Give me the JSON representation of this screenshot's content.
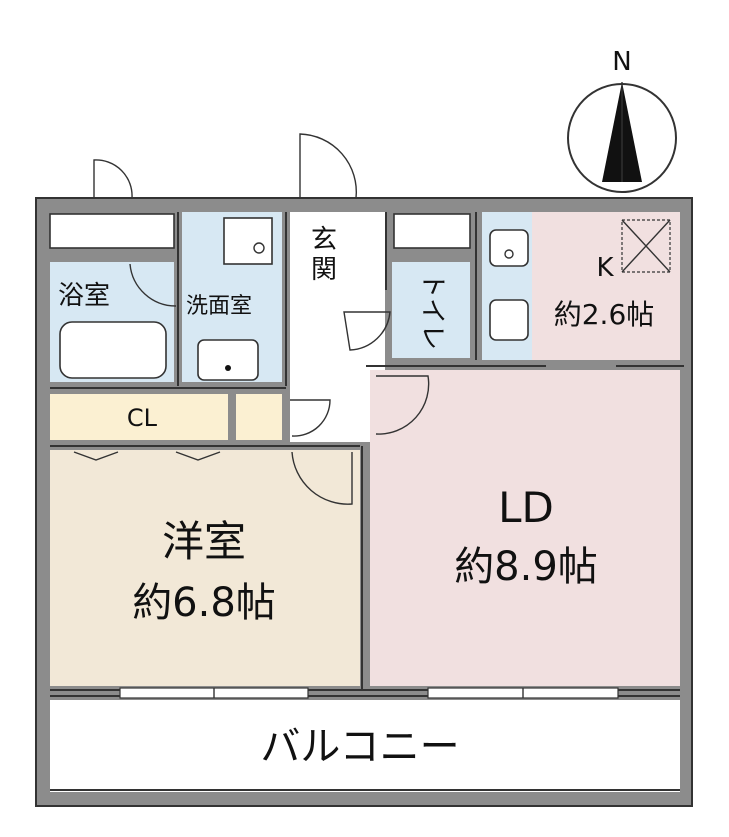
{
  "compass": {
    "north_label": "N",
    "icon": "compass-north-arrow"
  },
  "rooms": {
    "bath": {
      "label": "浴室"
    },
    "washroom": {
      "label": "洗面室"
    },
    "entrance": {
      "label_top": "玄",
      "label_bottom": "関"
    },
    "toilet": {
      "label": "トイレ"
    },
    "kitchen": {
      "label": "K",
      "size": "約2.6帖"
    },
    "closet": {
      "label": "CL"
    },
    "western": {
      "label": "洋室",
      "size": "約6.8帖"
    },
    "living": {
      "label": "LD",
      "size": "約8.9帖"
    },
    "balcony": {
      "label": "バルコニー"
    }
  },
  "colors": {
    "wet_area": "#d7e8f3",
    "living_kitchen": "#f1e0e0",
    "western_room": "#f2e8d7",
    "closet": "#fbf0d2",
    "wall": "#8c8c8c"
  }
}
